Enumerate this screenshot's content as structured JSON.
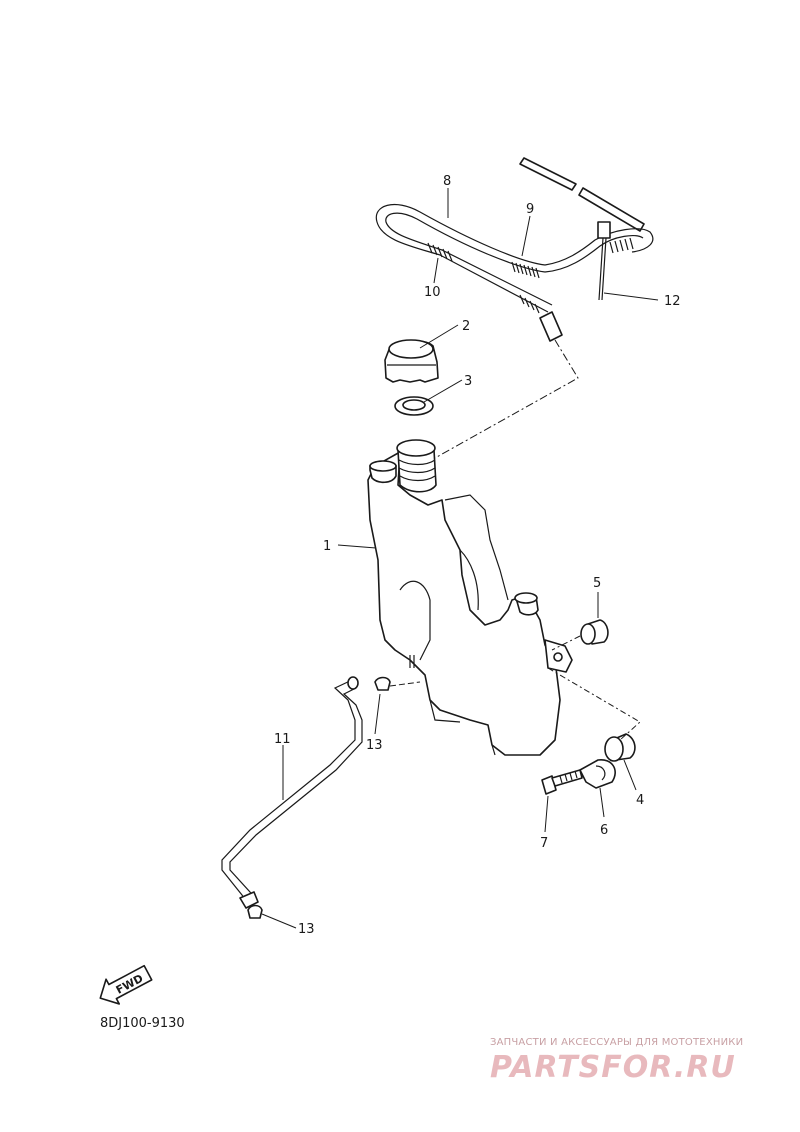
{
  "diagram": {
    "part_code": "8DJ100-9130",
    "fwd_label": "FWD",
    "callouts": [
      "1",
      "2",
      "3",
      "4",
      "5",
      "6",
      "7",
      "8",
      "9",
      "10",
      "11",
      "12",
      "13",
      "13"
    ]
  },
  "watermark": {
    "top_text": "ЗАПЧАСТИ И АКСЕССУАРЫ ДЛЯ МОТОТЕХНИКИ",
    "brand": "PARTSFOR.RU"
  }
}
